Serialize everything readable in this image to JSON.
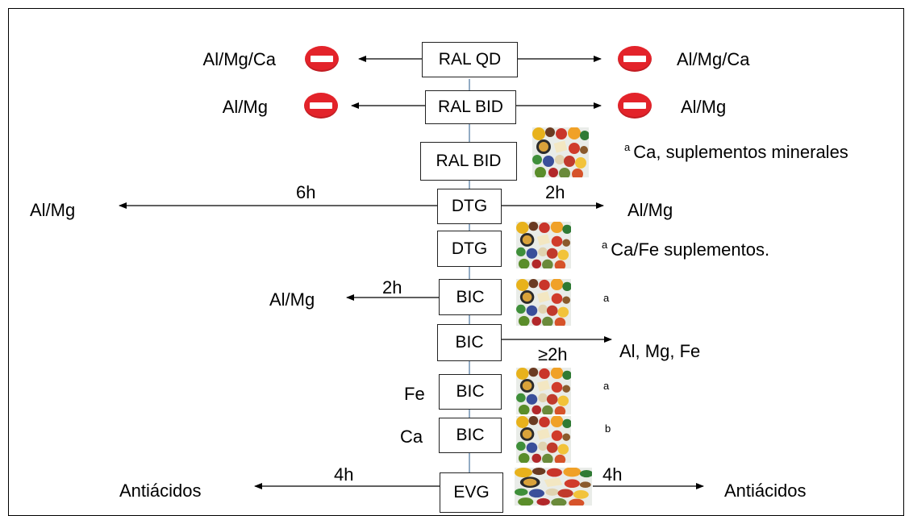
{
  "boxes": {
    "ral_qd": "RAL QD",
    "ral_bid_1": "RAL BID",
    "ral_bid_2": "RAL BID",
    "dtg_1": "DTG",
    "dtg_2": "DTG",
    "bic_1": "BIC",
    "bic_2": "BIC",
    "bic_3": "BIC",
    "bic_4": "BIC",
    "evg": "EVG"
  },
  "labels": {
    "ral_qd_left": "Al/Mg/Ca",
    "ral_qd_right": "Al/Mg/Ca",
    "ral_bid_left": "Al/Mg",
    "ral_bid_right": "Al/Mg",
    "dtg_left": "Al/Mg",
    "dtg_left_time": "6h",
    "dtg_right": "Al/Mg",
    "dtg_right_time": "2h",
    "bic1_left": "Al/Mg",
    "bic1_left_time": "2h",
    "bic2_right": "Al, Mg, Fe",
    "bic2_right_time": "≥2h",
    "bic3_left": "Fe",
    "bic4_left": "Ca",
    "evg_left": "Antiácidos",
    "evg_left_time": "4h",
    "evg_right": "Antiácidos",
    "evg_right_time": "4h"
  },
  "notes": {
    "ral_bid_sup": "a",
    "ral_bid_text": "Ca, suplementos minerales",
    "dtg_sup": "a",
    "dtg_text": "Ca/Fe suplementos.",
    "bic1_sup": "a",
    "bic3_sup": "a",
    "bic4_sup": "b"
  },
  "icons": {
    "stop": "no-entry-icon",
    "food": "food-image"
  },
  "colors": {
    "stop_red": "#e3232a",
    "spine": "#6f8fb0"
  }
}
